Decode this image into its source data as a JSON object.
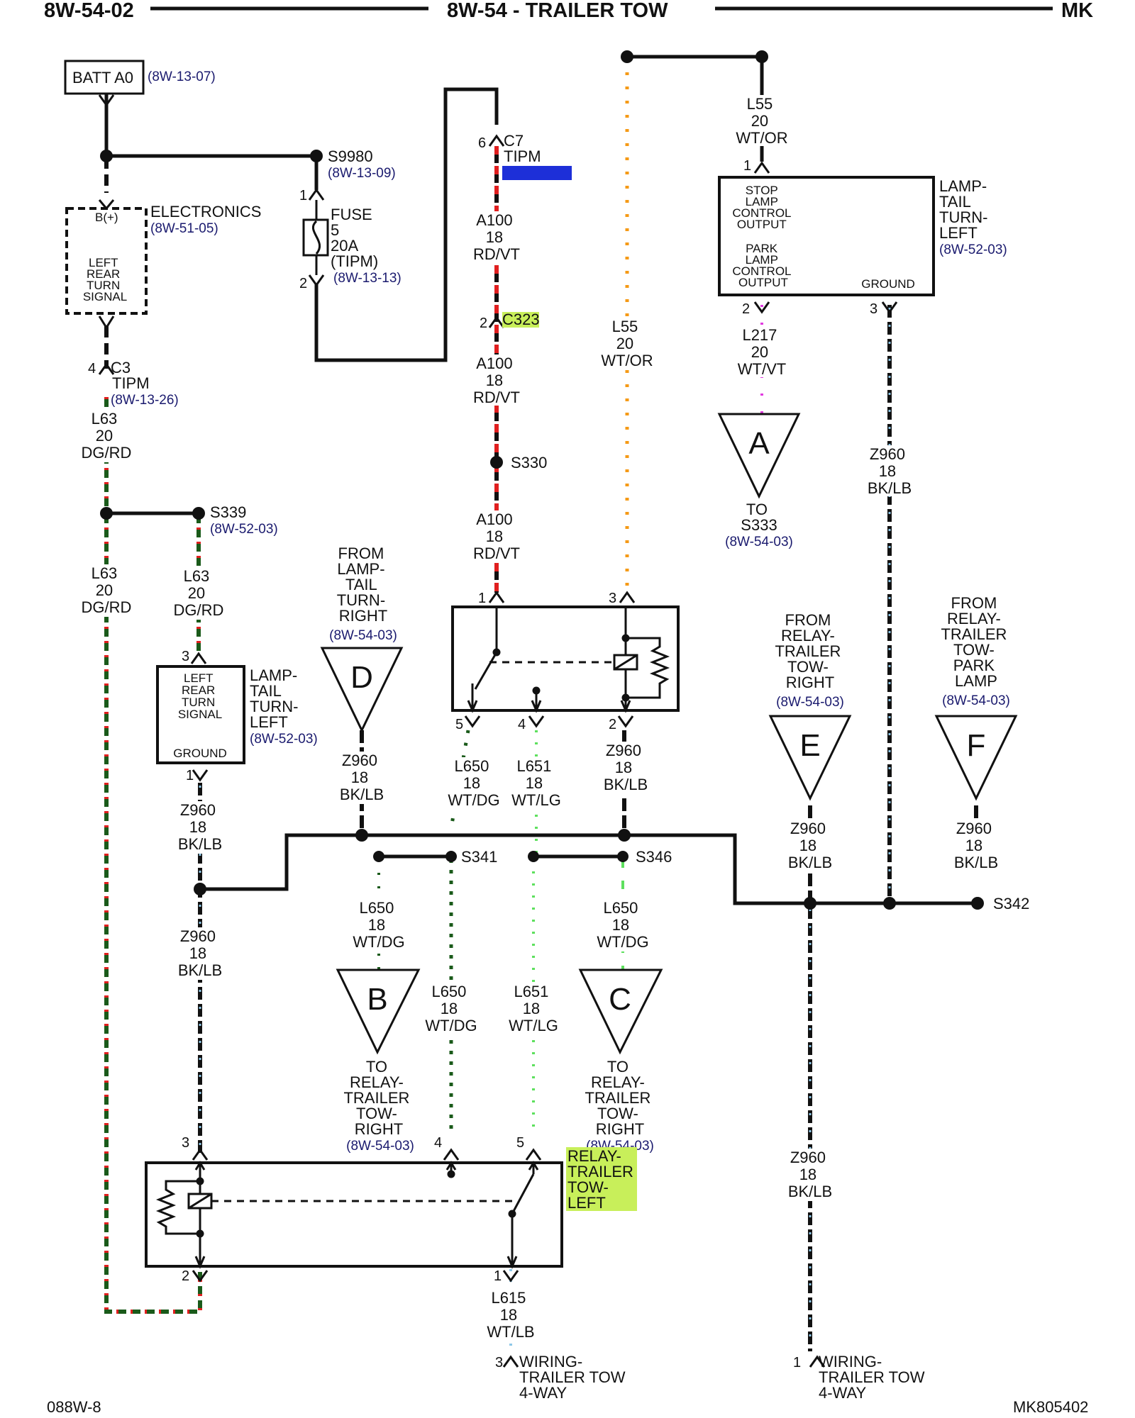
{
  "header": {
    "left": "8W-54-02",
    "center": "8W-54 - TRAILER TOW",
    "right": "MK"
  },
  "footer": {
    "left": "088W-8",
    "right": "MK805402"
  },
  "components": {
    "batt": {
      "label": "BATT A0",
      "ref": "(8W-13-07)"
    },
    "electronics": {
      "name": "ELECTRONICS",
      "ref": "(8W-51-05)",
      "pin": "B(+)",
      "inner": [
        "LEFT",
        "REAR",
        "TURN",
        "SIGNAL"
      ]
    },
    "fuse": {
      "lines": [
        "FUSE",
        "5",
        "20A",
        "(TIPM)"
      ],
      "ref": "(8W-13-13)",
      "pin_top": "1",
      "pin_bottom": "2"
    },
    "lamp_tail_top": {
      "inner": [
        "STOP",
        "LAMP",
        "CONTROL",
        "OUTPUT",
        "PARK",
        "LAMP",
        "CONTROL",
        "OUTPUT"
      ],
      "ground": "GROUND",
      "name": [
        "LAMP-",
        "TAIL",
        "TURN-",
        "LEFT"
      ],
      "ref": "(8W-52-03)",
      "pin1": "1",
      "pin2": "2",
      "pin3": "3"
    },
    "lamp_tail_left": {
      "inner": [
        "LEFT",
        "REAR",
        "TURN",
        "SIGNAL"
      ],
      "ground": "GROUND",
      "name": [
        "LAMP-",
        "TAIL",
        "TURN-",
        "LEFT"
      ],
      "ref": "(8W-52-03)",
      "pin3": "3",
      "pin1": "1"
    },
    "relay_upper": {
      "pin1": "1",
      "pin3": "3",
      "pin5": "5",
      "pin4": "4",
      "pin2": "2"
    },
    "relay_lower": {
      "name": [
        "RELAY-",
        "TRAILER",
        "TOW-",
        "LEFT"
      ],
      "pin3": "3",
      "pin4": "4",
      "pin5": "5",
      "pin2": "2",
      "pin1": "1"
    }
  },
  "connectors": {
    "c7": {
      "pin": "6",
      "name": "C7",
      "sub": "TIPM"
    },
    "c323": {
      "pin": "2",
      "name": "C323"
    },
    "c3": {
      "pin": "4",
      "name": "C3",
      "sub": "TIPM",
      "ref": "(8W-13-26)"
    },
    "wiring_left": {
      "pin": "3",
      "lines": [
        "WIRING-",
        "TRAILER TOW",
        "4-WAY"
      ]
    },
    "wiring_right": {
      "pin": "1",
      "lines": [
        "WIRING-",
        "TRAILER TOW",
        "4-WAY"
      ]
    }
  },
  "splices": {
    "s9980": {
      "name": "S9980",
      "ref": "(8W-13-09)"
    },
    "s330": {
      "name": "S330"
    },
    "s339": {
      "name": "S339",
      "ref": "(8W-52-03)"
    },
    "s341": {
      "name": "S341"
    },
    "s346": {
      "name": "S346"
    },
    "s342": {
      "name": "S342"
    }
  },
  "wires": {
    "a100_1": [
      "A100",
      "18",
      "RD/VT"
    ],
    "a100_2": [
      "A100",
      "18",
      "RD/VT"
    ],
    "a100_3": [
      "A100",
      "18",
      "RD/VT"
    ],
    "l55_top": [
      "L55",
      "20",
      "WT/OR"
    ],
    "l55_mid": [
      "L55",
      "20",
      "WT/OR"
    ],
    "l217": [
      "L217",
      "20",
      "WT/VT"
    ],
    "z960_right_lamp": [
      "Z960",
      "18",
      "BK/LB"
    ],
    "l63_1": [
      "L63",
      "20",
      "DG/RD"
    ],
    "l63_2": [
      "L63",
      "20",
      "DG/RD"
    ],
    "l63_3": [
      "L63",
      "20",
      "DG/RD"
    ],
    "z960_lamp_left": [
      "Z960",
      "18",
      "BK/LB"
    ],
    "z960_left_low": [
      "Z960",
      "18",
      "BK/LB"
    ],
    "z960_d": [
      "Z960",
      "18",
      "BK/LB"
    ],
    "l650_relay": [
      "L650",
      "18",
      "WT/DG"
    ],
    "l651_relay": [
      "L651",
      "18",
      "WT/LG"
    ],
    "z960_relay": [
      "Z960",
      "18",
      "BK/LB"
    ],
    "l650_b": [
      "L650",
      "18",
      "WT/DG"
    ],
    "l650_mid": [
      "L650",
      "18",
      "WT/DG"
    ],
    "l651_mid": [
      "L651",
      "18",
      "WT/LG"
    ],
    "l650_c": [
      "L650",
      "18",
      "WT/DG"
    ],
    "z960_e": [
      "Z960",
      "18",
      "BK/LB"
    ],
    "z960_f": [
      "Z960",
      "18",
      "BK/LB"
    ],
    "z960_trunk": [
      "Z960",
      "18",
      "BK/LB"
    ],
    "l615": [
      "L615",
      "18",
      "WT/LB"
    ]
  },
  "offpage": {
    "a": {
      "letter": "A",
      "caption": [
        "TO",
        "S333"
      ],
      "ref": "(8W-54-03)"
    },
    "b": {
      "letter": "B",
      "caption": [
        "TO",
        "RELAY-",
        "TRAILER",
        "TOW-",
        "RIGHT"
      ],
      "ref": "(8W-54-03)"
    },
    "c": {
      "letter": "C",
      "caption": [
        "TO",
        "RELAY-",
        "TRAILER",
        "TOW-",
        "RIGHT"
      ],
      "ref": "(8W-54-03)"
    },
    "d": {
      "letter": "D",
      "caption": [
        "FROM",
        "LAMP-",
        "TAIL",
        "TURN-",
        "RIGHT"
      ],
      "ref": "(8W-54-03)"
    },
    "e": {
      "letter": "E",
      "caption": [
        "FROM",
        "RELAY-",
        "TRAILER",
        "TOW-",
        "RIGHT"
      ],
      "ref": "(8W-54-03)"
    },
    "f": {
      "letter": "F",
      "caption": [
        "FROM",
        "RELAY-",
        "TRAILER",
        "TOW-",
        "PARK",
        "LAMP"
      ],
      "ref": "(8W-54-03)"
    }
  },
  "colors": {
    "black": "#111111",
    "red_wire": "#e01f1f",
    "orange_wire": "#f59a16",
    "magenta_wire": "#e23be0",
    "dark_green_wire": "#1a5a1a",
    "light_green_wire": "#5ee05e",
    "light_blue_wire": "#8ec8e8",
    "highlight_green": "#c8ef5a",
    "highlight_blue": "#1d2fd8"
  }
}
